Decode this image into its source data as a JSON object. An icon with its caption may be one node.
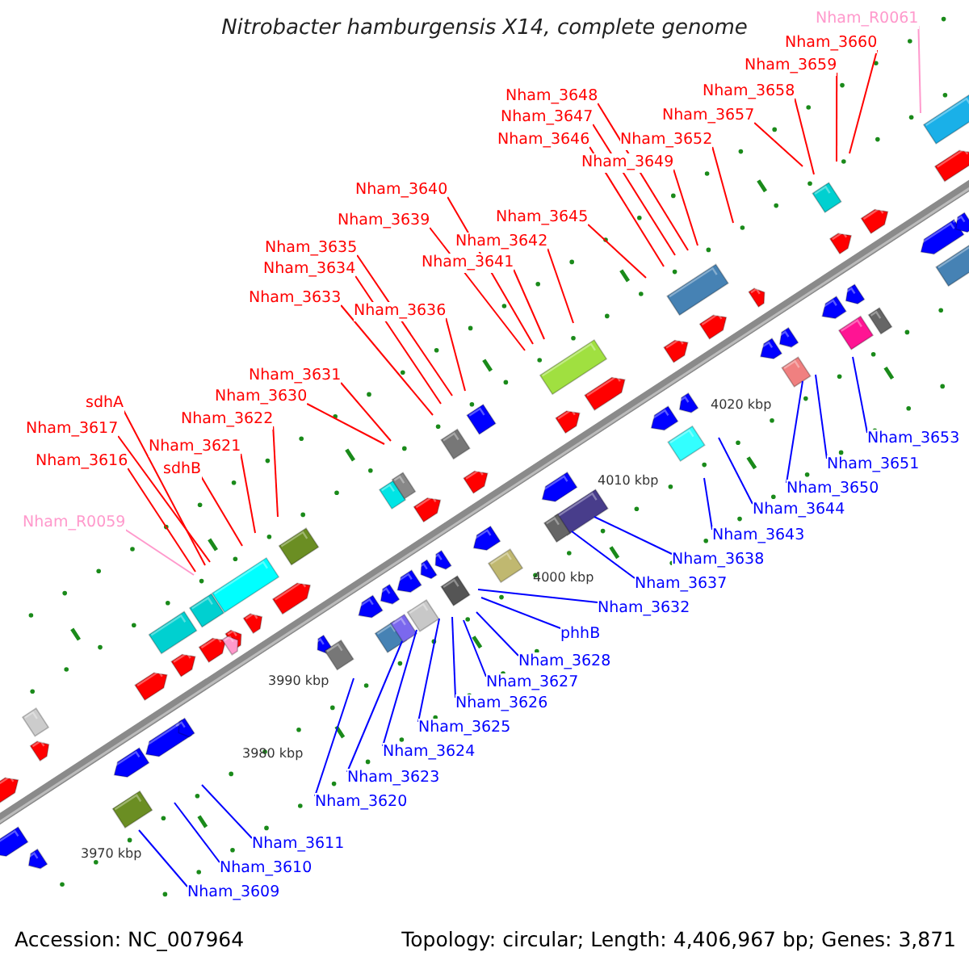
{
  "diagram": {
    "title": "Nitrobacter hamburgensis X14, complete genome",
    "nodes": [
      {
        "text": [
          "Nham_R0061"
        ]
      },
      {
        "text": [
          "Nham_3660"
        ]
      },
      {
        "text": [
          "Nham_3659"
        ]
      },
      {
        "text": [
          "Nham_3658"
        ]
      },
      {
        "text": [
          "Nham_3648"
        ]
      },
      {
        "text": [
          "Nham_3657"
        ]
      },
      {
        "text": [
          "Nham_3647"
        ]
      },
      {
        "text": [
          "Nham_3646"
        ]
      },
      {
        "text": [
          "Nham_3652"
        ]
      },
      {
        "text": [
          "Nham_3649"
        ]
      },
      {
        "text": [
          "Nham_3640"
        ]
      },
      {
        "text": [
          "Nham_3645"
        ]
      },
      {
        "text": [
          "Nham_3639"
        ]
      },
      {
        "text": [
          "Nham_3642"
        ]
      },
      {
        "text": [
          "Nham_3635"
        ]
      },
      {
        "text": [
          "Nham_3641"
        ]
      },
      {
        "text": [
          "Nham_3634"
        ]
      },
      {
        "text": [
          "Nham_3633"
        ]
      },
      {
        "text": [
          "Nham_3636"
        ]
      },
      {
        "text": [
          "Nham_3631"
        ]
      },
      {
        "text": [
          "Nham_3630"
        ]
      },
      {
        "text": [
          "sdhA"
        ]
      },
      {
        "text": [
          "Nham_3622"
        ]
      },
      {
        "text": [
          "Nham_3617"
        ]
      },
      {
        "text": [
          "Nham_3621"
        ]
      },
      {
        "text": [
          "Nham_3616"
        ]
      },
      {
        "text": [
          "sdhB"
        ]
      },
      {
        "text": [
          "Nham_R0059"
        ]
      },
      {
        "text": [
          "Nham_3653"
        ]
      },
      {
        "text": [
          "Nham_3651"
        ]
      },
      {
        "text": [
          "Nham_3650"
        ]
      },
      {
        "text": [
          "Nham_3644"
        ]
      },
      {
        "text": [
          "Nham_3643"
        ]
      },
      {
        "text": [
          "Nham_3638"
        ]
      },
      {
        "text": [
          "Nham_3637"
        ]
      },
      {
        "text": [
          "Nham_3632"
        ]
      },
      {
        "text": [
          "phhB"
        ]
      },
      {
        "text": [
          "Nham_3628"
        ]
      },
      {
        "text": [
          "Nham_3627"
        ]
      },
      {
        "text": [
          "Nham_3626"
        ]
      },
      {
        "text": [
          "Nham_3625"
        ]
      },
      {
        "text": [
          "Nham_3624"
        ]
      },
      {
        "text": [
          "Nham_3623"
        ]
      },
      {
        "text": [
          "Nham_3620"
        ]
      },
      {
        "text": [
          "Nham_3611"
        ]
      },
      {
        "text": [
          "Nham_3610"
        ]
      },
      {
        "text": [
          "Nham_3609"
        ]
      }
    ],
    "edges": [
      {
        "from": 0,
        "to": null,
        "arrow": "none",
        "color": "#ff99cc"
      },
      {
        "from": 1,
        "to": null,
        "arrow": "none"
      },
      {
        "from": 2,
        "to": null,
        "arrow": "none"
      },
      {
        "from": 3,
        "to": null,
        "arrow": "none"
      },
      {
        "from": 4,
        "to": null,
        "arrow": "none"
      },
      {
        "from": 5,
        "to": null,
        "arrow": "none"
      },
      {
        "from": 6,
        "to": null,
        "arrow": "none"
      },
      {
        "from": 7,
        "to": null,
        "arrow": "none"
      },
      {
        "from": 8,
        "to": null,
        "arrow": "none"
      },
      {
        "from": 9,
        "to": null,
        "arrow": "none"
      },
      {
        "from": 10,
        "to": null,
        "arrow": "none"
      },
      {
        "from": 11,
        "to": null,
        "arrow": "none"
      },
      {
        "from": 12,
        "to": null,
        "arrow": "none"
      },
      {
        "from": 13,
        "to": null,
        "arrow": "none"
      },
      {
        "from": 14,
        "to": null,
        "arrow": "none"
      },
      {
        "from": 15,
        "to": null,
        "arrow": "none"
      },
      {
        "from": 16,
        "to": null,
        "arrow": "none"
      },
      {
        "from": 17,
        "to": null,
        "arrow": "none"
      },
      {
        "from": 18,
        "to": null,
        "arrow": "none"
      },
      {
        "from": 19,
        "to": null,
        "arrow": "none"
      },
      {
        "from": 20,
        "to": null,
        "arrow": "none"
      },
      {
        "from": 21,
        "to": null,
        "arrow": "none"
      },
      {
        "from": 22,
        "to": null,
        "arrow": "none"
      },
      {
        "from": 23,
        "to": null,
        "arrow": "none"
      },
      {
        "from": 24,
        "to": null,
        "arrow": "none"
      },
      {
        "from": 25,
        "to": null,
        "arrow": "none"
      },
      {
        "from": 26,
        "to": null,
        "arrow": "none"
      },
      {
        "from": 27,
        "to": null,
        "arrow": "none",
        "color": "#ff99cc"
      },
      {
        "from": 28,
        "to": null,
        "arrow": "none",
        "color": "#0000ff"
      },
      {
        "from": 29,
        "to": null,
        "arrow": "none",
        "color": "#0000ff"
      },
      {
        "from": 30,
        "to": null,
        "arrow": "none",
        "color": "#0000ff"
      },
      {
        "from": 31,
        "to": null,
        "arrow": "none",
        "color": "#0000ff"
      },
      {
        "from": 32,
        "to": null,
        "arrow": "none",
        "color": "#0000ff"
      },
      {
        "from": 33,
        "to": null,
        "arrow": "none",
        "color": "#0000ff"
      },
      {
        "from": 34,
        "to": null,
        "arrow": "none",
        "color": "#0000ff"
      },
      {
        "from": 35,
        "to": null,
        "arrow": "none",
        "color": "#0000ff"
      },
      {
        "from": 36,
        "to": null,
        "arrow": "none",
        "color": "#0000ff"
      },
      {
        "from": 37,
        "to": null,
        "arrow": "none",
        "color": "#0000ff"
      },
      {
        "from": 38,
        "to": null,
        "arrow": "none",
        "color": "#0000ff"
      },
      {
        "from": 39,
        "to": null,
        "arrow": "none",
        "color": "#0000ff"
      },
      {
        "from": 40,
        "to": null,
        "arrow": "none",
        "color": "#0000ff"
      },
      {
        "from": 41,
        "to": null,
        "arrow": "none",
        "color": "#0000ff"
      },
      {
        "from": 42,
        "to": null,
        "arrow": "none",
        "color": "#0000ff"
      },
      {
        "from": 43,
        "to": null,
        "arrow": "none",
        "color": "#0000ff"
      },
      {
        "from": 44,
        "to": null,
        "arrow": "none",
        "color": "#0000ff"
      },
      {
        "from": 45,
        "to": null,
        "arrow": "none",
        "color": "#0000ff"
      },
      {
        "from": 46,
        "to": null,
        "arrow": "none",
        "color": "#0000ff"
      }
    ],
    "labels": [
      "4020 kbp",
      "4010 kbp",
      "4000 kbp",
      "3990 kbp",
      "3980 kbp",
      "3970 kbp",
      "Accession: NC_007964",
      "Topology: circular; Length: 4,406,967 bp; Genes: 3,871"
    ]
  }
}
